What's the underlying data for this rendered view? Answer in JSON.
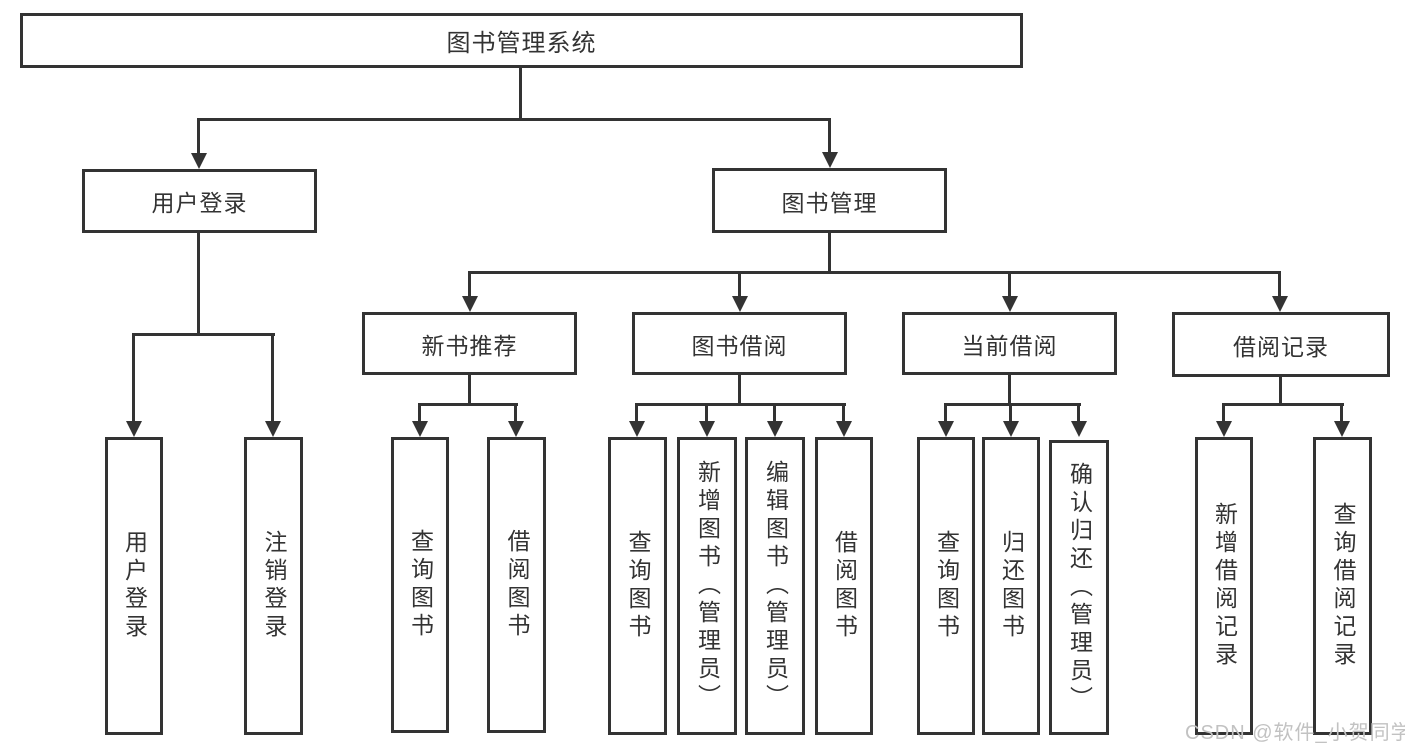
{
  "nodes": {
    "root": "图书管理系统",
    "user_login": "用户登录",
    "book_management": "图书管理",
    "new_book_recommend": "新书推荐",
    "book_borrowing": "图书借阅",
    "current_borrowing": "当前借阅",
    "borrowing_records": "借阅记录",
    "leaf_user_login": "用户登录",
    "leaf_logout": "注销登录",
    "leaf_recommend_query_books": "查询图书",
    "leaf_recommend_borrow_books": "借阅图书",
    "leaf_borrowing_query_books": "查询图书",
    "leaf_borrowing_add_books": "新增图书（管理员）",
    "leaf_borrowing_edit_books": "编辑图书（管理员）",
    "leaf_borrowing_borrow_books": "借阅图书",
    "leaf_current_query_books": "查询图书",
    "leaf_current_return_books": "归还图书",
    "leaf_current_confirm_return": "确认归还（管理员）",
    "leaf_records_add_record": "新增借阅记录",
    "leaf_records_query_record": "查询借阅记录"
  },
  "watermark": "CSDN @软件_小贺同学",
  "colors": {
    "line": "#333333",
    "box_border": "#333333",
    "text": "#333333",
    "background": "#ffffff",
    "watermark": "#c2c2c2"
  }
}
